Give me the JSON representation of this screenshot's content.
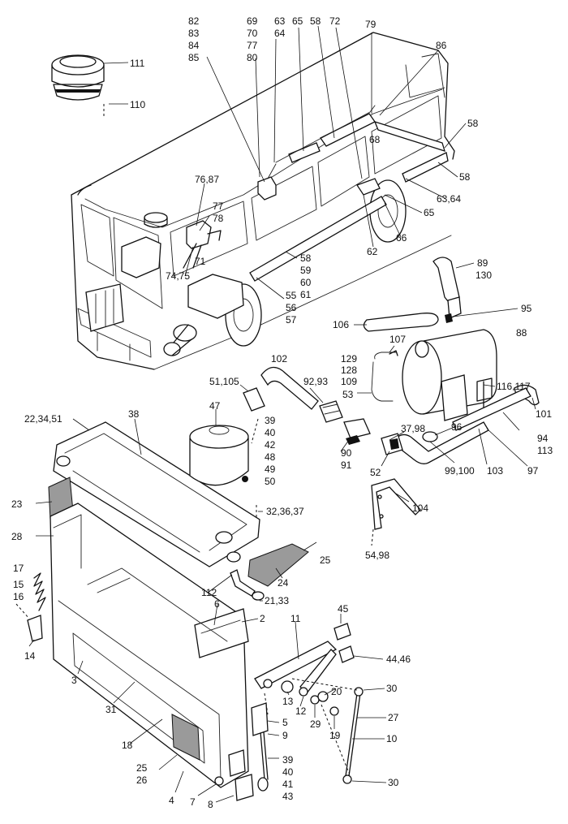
{
  "labels": [
    {
      "id": "l111",
      "text": "111"
    },
    {
      "id": "l110",
      "text": "110"
    },
    {
      "id": "l82",
      "text": "82"
    },
    {
      "id": "l83",
      "text": "83"
    },
    {
      "id": "l84",
      "text": "84"
    },
    {
      "id": "l85",
      "text": "85"
    },
    {
      "id": "l69",
      "text": "69"
    },
    {
      "id": "l70",
      "text": "70"
    },
    {
      "id": "l77a",
      "text": "77"
    },
    {
      "id": "l80",
      "text": "80"
    },
    {
      "id": "l63",
      "text": "63"
    },
    {
      "id": "l64",
      "text": "64"
    },
    {
      "id": "l65a",
      "text": "65"
    },
    {
      "id": "l58a",
      "text": "58"
    },
    {
      "id": "l72",
      "text": "72"
    },
    {
      "id": "l79",
      "text": "79"
    },
    {
      "id": "l86",
      "text": "86"
    },
    {
      "id": "l68",
      "text": "68"
    },
    {
      "id": "l58b",
      "text": "58"
    },
    {
      "id": "l58c",
      "text": "58"
    },
    {
      "id": "l6364",
      "text": "63,64"
    },
    {
      "id": "l65b",
      "text": "65"
    },
    {
      "id": "l66",
      "text": "66"
    },
    {
      "id": "l62",
      "text": "62"
    },
    {
      "id": "l7687",
      "text": "76,87"
    },
    {
      "id": "l77b",
      "text": "77"
    },
    {
      "id": "l78",
      "text": "78"
    },
    {
      "id": "l71",
      "text": "71"
    },
    {
      "id": "l7475",
      "text": "74,75"
    },
    {
      "id": "l58d",
      "text": "58"
    },
    {
      "id": "l59",
      "text": "59"
    },
    {
      "id": "l60",
      "text": "60"
    },
    {
      "id": "l61",
      "text": "61"
    },
    {
      "id": "l55",
      "text": "55"
    },
    {
      "id": "l56",
      "text": "56"
    },
    {
      "id": "l57",
      "text": "57"
    },
    {
      "id": "l89",
      "text": "89"
    },
    {
      "id": "l130",
      "text": "130"
    },
    {
      "id": "l95",
      "text": "95"
    },
    {
      "id": "l106",
      "text": "106"
    },
    {
      "id": "l88",
      "text": "88"
    },
    {
      "id": "l107",
      "text": "107"
    },
    {
      "id": "l129",
      "text": "129"
    },
    {
      "id": "l128",
      "text": "128"
    },
    {
      "id": "l109",
      "text": "109"
    },
    {
      "id": "l53",
      "text": "53"
    },
    {
      "id": "l102",
      "text": "102"
    },
    {
      "id": "l51105",
      "text": "51,105"
    },
    {
      "id": "l9293",
      "text": "92,93"
    },
    {
      "id": "l116117",
      "text": "116,117"
    },
    {
      "id": "l101",
      "text": "101"
    },
    {
      "id": "l3798",
      "text": "37,98"
    },
    {
      "id": "l96",
      "text": "96"
    },
    {
      "id": "l94",
      "text": "94"
    },
    {
      "id": "l113",
      "text": "113"
    },
    {
      "id": "l90",
      "text": "90"
    },
    {
      "id": "l91",
      "text": "91"
    },
    {
      "id": "l52",
      "text": "52"
    },
    {
      "id": "l99100",
      "text": "99,100"
    },
    {
      "id": "l103",
      "text": "103"
    },
    {
      "id": "l97",
      "text": "97"
    },
    {
      "id": "l223451",
      "text": "22,34,51"
    },
    {
      "id": "l38",
      "text": "38"
    },
    {
      "id": "l47",
      "text": "47"
    },
    {
      "id": "l39a",
      "text": "39"
    },
    {
      "id": "l40a",
      "text": "40"
    },
    {
      "id": "l42",
      "text": "42"
    },
    {
      "id": "l48",
      "text": "48"
    },
    {
      "id": "l49",
      "text": "49"
    },
    {
      "id": "l50",
      "text": "50"
    },
    {
      "id": "l104",
      "text": "104"
    },
    {
      "id": "l23",
      "text": "23"
    },
    {
      "id": "l323637",
      "text": "32,36,37"
    },
    {
      "id": "l5498",
      "text": "54,98"
    },
    {
      "id": "l28",
      "text": "28"
    },
    {
      "id": "l25a",
      "text": "25"
    },
    {
      "id": "l24",
      "text": "24"
    },
    {
      "id": "l17",
      "text": "17"
    },
    {
      "id": "l15",
      "text": "15"
    },
    {
      "id": "l16",
      "text": "16"
    },
    {
      "id": "l112",
      "text": "112"
    },
    {
      "id": "l2133",
      "text": "21,33"
    },
    {
      "id": "l6",
      "text": "6"
    },
    {
      "id": "l2",
      "text": "2"
    },
    {
      "id": "l45",
      "text": "45"
    },
    {
      "id": "l14",
      "text": "14"
    },
    {
      "id": "l11",
      "text": "11"
    },
    {
      "id": "l4446",
      "text": "44,46"
    },
    {
      "id": "l3",
      "text": "3"
    },
    {
      "id": "l30a",
      "text": "30"
    },
    {
      "id": "l13",
      "text": "13"
    },
    {
      "id": "l20",
      "text": "20"
    },
    {
      "id": "l12",
      "text": "12"
    },
    {
      "id": "l29",
      "text": "29"
    },
    {
      "id": "l19",
      "text": "19"
    },
    {
      "id": "l27",
      "text": "27"
    },
    {
      "id": "l31",
      "text": "31"
    },
    {
      "id": "l5",
      "text": "5"
    },
    {
      "id": "l9",
      "text": "9"
    },
    {
      "id": "l10",
      "text": "10"
    },
    {
      "id": "l18",
      "text": "18"
    },
    {
      "id": "l39b",
      "text": "39"
    },
    {
      "id": "l40b",
      "text": "40"
    },
    {
      "id": "l41",
      "text": "41"
    },
    {
      "id": "l43",
      "text": "43"
    },
    {
      "id": "l25b",
      "text": "25"
    },
    {
      "id": "l26",
      "text": "26"
    },
    {
      "id": "l30b",
      "text": "30"
    },
    {
      "id": "l4",
      "text": "4"
    },
    {
      "id": "l7",
      "text": "7"
    },
    {
      "id": "l8",
      "text": "8"
    }
  ]
}
